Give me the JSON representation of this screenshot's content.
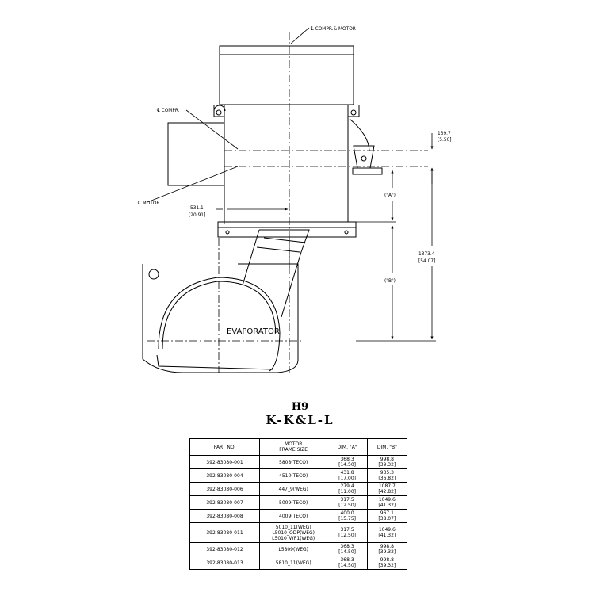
{
  "drawing": {
    "labels": {
      "centerline_compr_motor": "COMPR.& MOTOR",
      "centerline_compr": "COMPR.",
      "centerline_motor": "MOTOR",
      "evaporator": "EVAPORATOR",
      "dim_offset_mm": "139.7",
      "dim_offset_in": "[5.50]",
      "dim_a": "(\"A\")",
      "dim_b": "(\"B\")",
      "dim_total_mm": "1373.4",
      "dim_total_in": "[54.07]",
      "dim_motor_mm": "531.1",
      "dim_motor_in": "[20.91]"
    }
  },
  "title": {
    "model": "H9",
    "section": "K-K&L-L"
  },
  "table": {
    "headers": [
      "PART NO.",
      "MOTOR\nFRAME SIZE",
      "DIM. \"A\"",
      "DIM. \"B\""
    ],
    "rows": [
      [
        "392-83080-001",
        "5808(TECO)",
        "368.3\n[14.50]",
        "998.8\n[39.32]"
      ],
      [
        "392-83080-004",
        "4510(TECO)",
        "431.8\n[17.00]",
        "935.3\n[36.82]"
      ],
      [
        "392-83080-006",
        "447_9(WEG)",
        "279.4\n[11.00]",
        "1087.7\n[42.82]"
      ],
      [
        "392-83080-007",
        "5009(TECO)",
        "317.5\n[12.50]",
        "1049.6\n[41.32]"
      ],
      [
        "392-83080-008",
        "4009(TECO)",
        "400.0\n[15.75]",
        "967.1\n[38.07]"
      ],
      [
        "392-83080-011",
        "5010_11(WEG)\nL5010_ODP(WEG)\nL5010_WP1(WEG)",
        "317.5\n[12.50]",
        "1049.6\n[41.32]"
      ],
      [
        "392-83080-012",
        "L5809(WEG)",
        "368.3\n[14.50]",
        "998.8\n[39.32]"
      ],
      [
        "392-83080-013",
        "5810_11(WEG)",
        "368.3\n[14.50]",
        "998.8\n[39.32]"
      ]
    ]
  }
}
